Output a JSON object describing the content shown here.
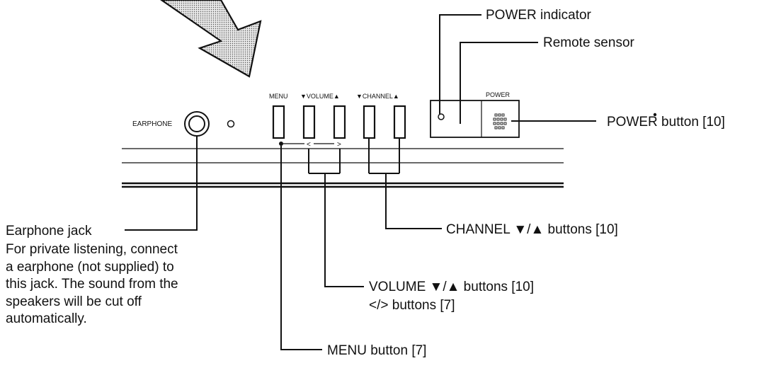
{
  "panel": {
    "earphone_label": "EARPHONE",
    "menu_label": "MENU",
    "volume_label": "▼VOLUME▲",
    "channel_label": "▼CHANNEL▲",
    "power_label": "POWER",
    "lt_glyph": "<",
    "gt_glyph": ">"
  },
  "callouts": {
    "power_indicator": "POWER indicator",
    "remote_sensor": "Remote sensor",
    "power_button": "POWER button [10]",
    "channel_buttons": "CHANNEL ▼/▲ buttons [10]",
    "volume_buttons": "VOLUME ▼/▲ buttons [10]",
    "lt_gt_buttons": "</> buttons [7]",
    "menu_button": "MENU button [7]",
    "earphone_jack": "Earphone jack"
  },
  "earphone_description": [
    "For private listening, connect",
    "a earphone (not supplied) to",
    "this jack. The sound from the",
    "speakers will be cut off",
    "automatically."
  ]
}
